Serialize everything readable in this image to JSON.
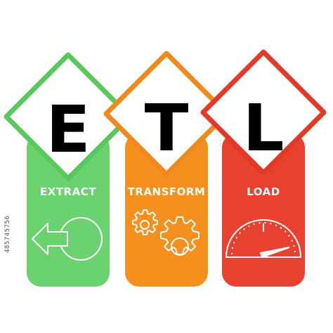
{
  "diagram": {
    "columns": [
      {
        "letter": "E",
        "label": "EXTRACT",
        "color": "#6ad26f",
        "border": "#58c75e",
        "icon": "back-arrow-circle-icon"
      },
      {
        "letter": "T",
        "label": "TRANSFORM",
        "color": "#f58f1e",
        "border": "#f08a1a",
        "icon": "gears-icon"
      },
      {
        "letter": "L",
        "label": "LOAD",
        "color": "#e9412f",
        "border": "#e33a28",
        "icon": "speedometer-icon"
      }
    ]
  },
  "stock_id": "485745756"
}
